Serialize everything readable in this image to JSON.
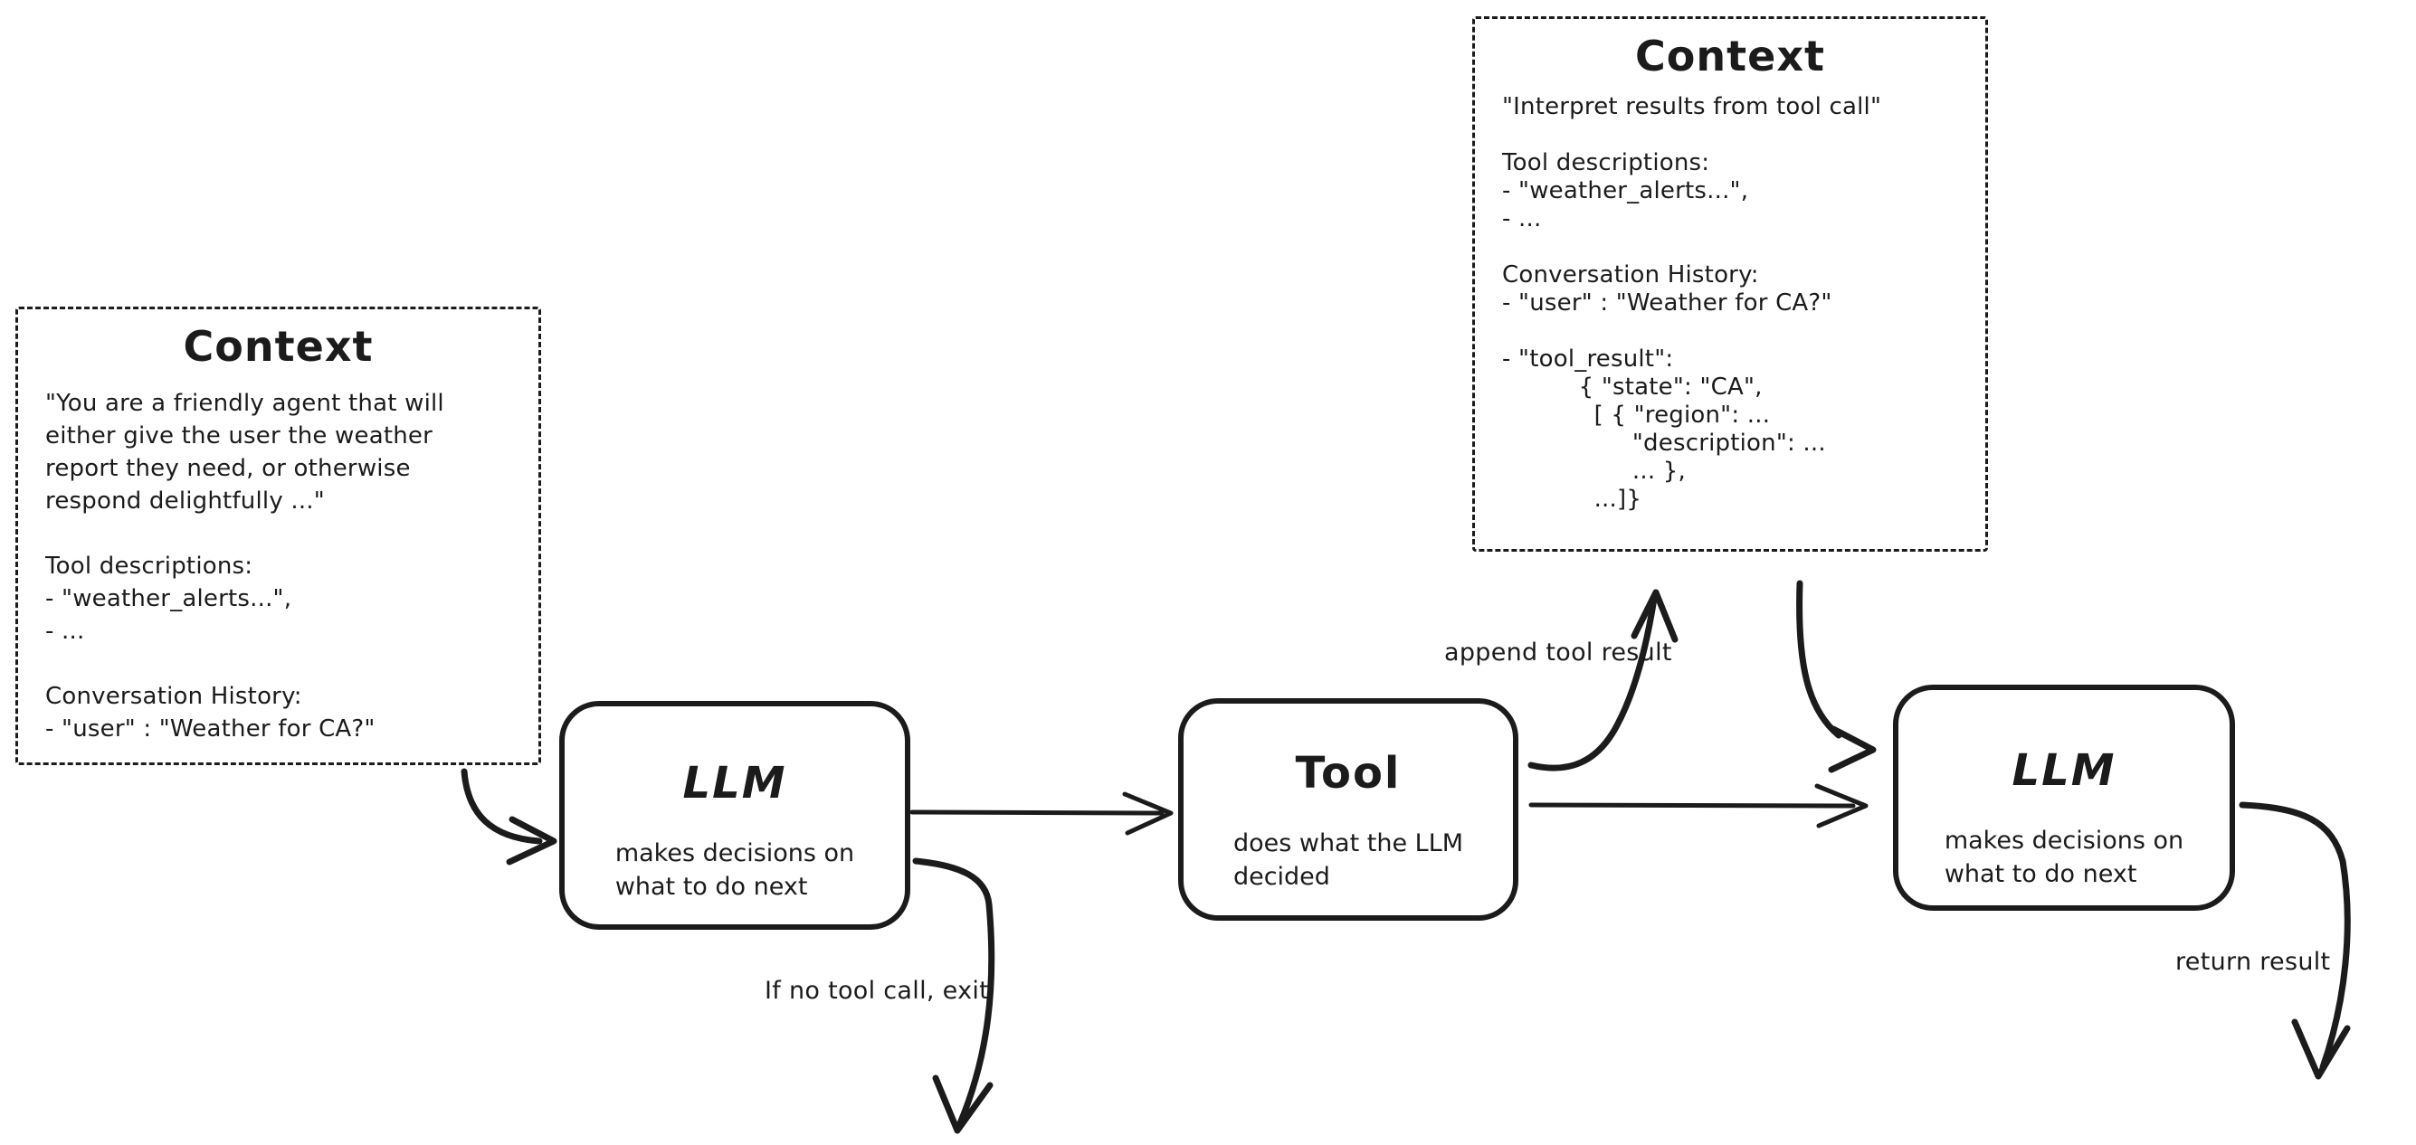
{
  "diagram": {
    "context_left": {
      "title": "Context",
      "body": "\"You are a friendly agent that will\neither give the user the weather\nreport they need, or otherwise\nrespond delightfully ...\"\n\nTool descriptions:\n- \"weather_alerts...\",\n- ...\n\nConversation History:\n- \"user\" : \"Weather for CA?\""
    },
    "context_top": {
      "title": "Context",
      "body": "\"Interpret results from tool call\"\n\nTool descriptions:\n- \"weather_alerts...\",\n- ...\n\nConversation History:\n- \"user\" : \"Weather for CA?\"\n\n- \"tool_result\":\n          { \"state\": \"CA\",\n            [ { \"region\": ...\n                 \"description\": ...\n                 ... },\n            ...]}"
    },
    "llm_first": {
      "title": "LLM",
      "subtitle": "makes decisions on\nwhat to do next"
    },
    "tool": {
      "title": "Tool",
      "subtitle": "does what the LLM\ndecided"
    },
    "llm_second": {
      "title": "LLM",
      "subtitle": "makes decisions on\nwhat to do next"
    },
    "labels": {
      "append_tool_result": "append tool result",
      "no_tool_call_exit": "If no tool call, exit",
      "return_result": "return result"
    },
    "colors": {
      "ink": "#1b1b1b",
      "background": "#ffffff"
    }
  }
}
